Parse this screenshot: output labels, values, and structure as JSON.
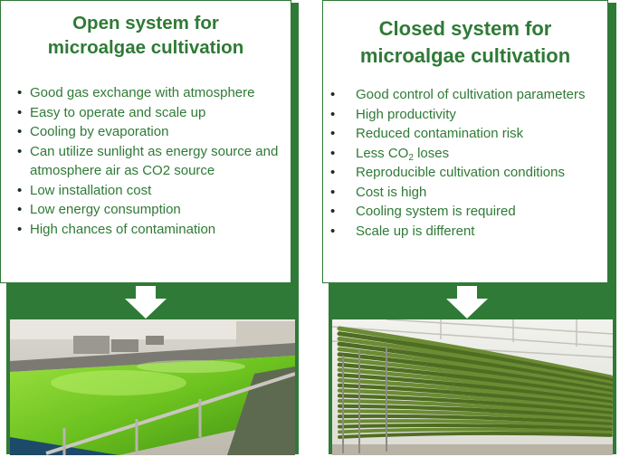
{
  "open": {
    "title_line1": "Open system for",
    "title_line2": "microalgae cultivation",
    "items": [
      "Good gas exchange with atmosphere",
      "Easy to operate and scale up",
      "Cooling by evaporation",
      "Can utilize sunlight as energy source and atmosphere air as CO2 source",
      "Low installation cost",
      "Low energy consumption",
      "High chances of contamination"
    ]
  },
  "closed": {
    "title_line1": "Closed system for",
    "title_line2": "microalgae cultivation",
    "items": [
      "Good control of cultivation parameters",
      "High productivity",
      "Reduced contamination risk",
      "Less CO",
      "Reproducible cultivation conditions",
      "Cost is high",
      "Cooling system is required",
      "Scale up is different"
    ],
    "co2_subscript": "2",
    "co2_suffix": " loses"
  },
  "bullet": "•",
  "colors": {
    "accent": "#2f7a36",
    "algae": "#7dd23a",
    "tube": "#5b7a2a"
  },
  "icons": [
    "down-arrow-icon",
    "open-pond-photo",
    "photobioreactor-photo"
  ]
}
